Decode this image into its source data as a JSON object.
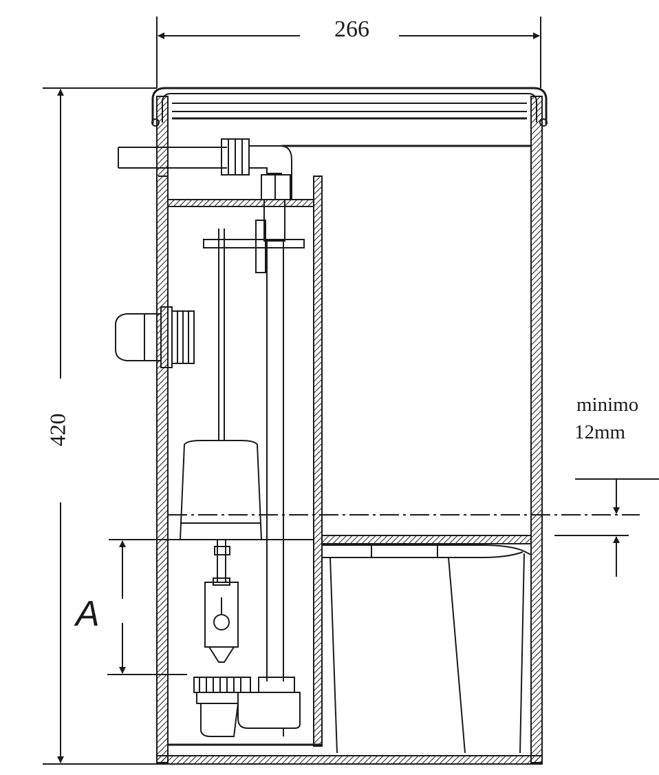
{
  "dimensions": {
    "width": "266",
    "height": "420"
  },
  "note": {
    "line1": "minimo",
    "line2": "12mm"
  },
  "markers": {
    "a": "A"
  },
  "colors": {
    "ink": "#1a1a1a",
    "paper": "#ffffff"
  }
}
